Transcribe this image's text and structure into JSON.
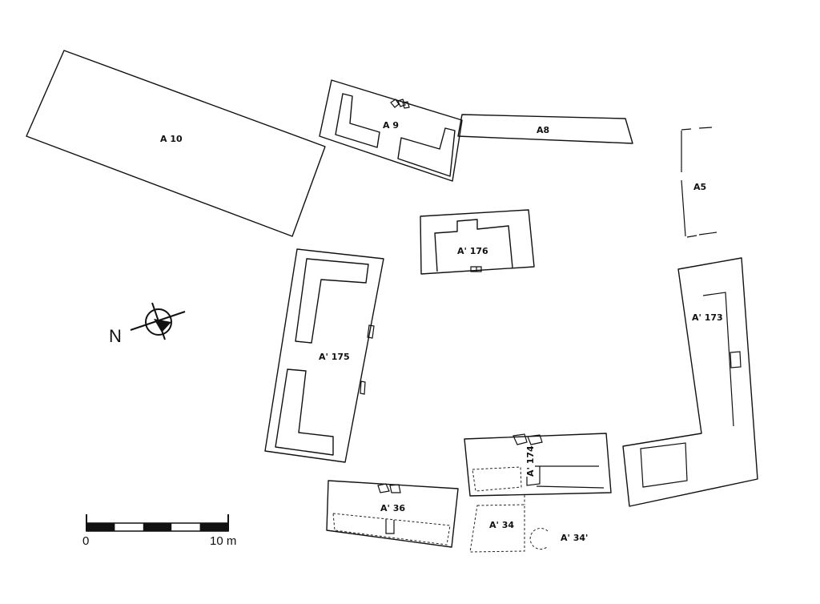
{
  "buildings": [
    {
      "id": "A10",
      "label": "A 10"
    },
    {
      "id": "A9",
      "label": "A 9"
    },
    {
      "id": "A8",
      "label": "A8"
    },
    {
      "id": "A5",
      "label": "A5"
    },
    {
      "id": "A176",
      "label": "A' 176"
    },
    {
      "id": "A175",
      "label": "A' 175"
    },
    {
      "id": "A173",
      "label": "A' 173"
    },
    {
      "id": "A174",
      "label": "A' 174"
    },
    {
      "id": "A36",
      "label": "A' 36"
    },
    {
      "id": "A34",
      "label": "A' 34"
    },
    {
      "id": "A34p",
      "label": "A' 34'"
    }
  ],
  "north": {
    "label": "N"
  },
  "scale": {
    "start_label": "0",
    "end_label": "10 m",
    "length_m": 10,
    "segments": 5
  }
}
